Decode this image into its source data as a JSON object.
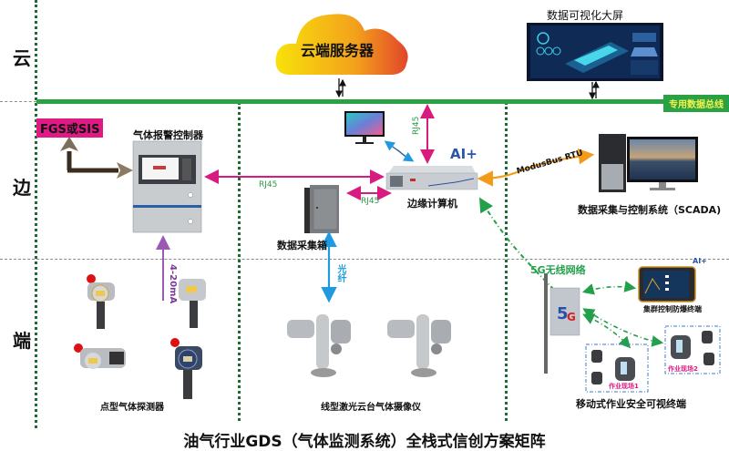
{
  "tiers": {
    "cloud": "云",
    "edge": "边",
    "end": "端"
  },
  "bus": {
    "label": "专用数据总线",
    "color": "#2aa144"
  },
  "cloud_server": {
    "label": "云端服务器"
  },
  "big_screen": {
    "label": "数据可视化大屏"
  },
  "fgs": {
    "label": "FGS或SIS",
    "color": "#e01a84"
  },
  "alarm_controller": {
    "label": "气体报警控制器"
  },
  "edge_computer": {
    "label": "边缘计算机",
    "ai_badge": "AI+"
  },
  "data_box": {
    "label": "数据采集箱"
  },
  "scada": {
    "label": "数据采集与控制系统（SCADA)"
  },
  "links": {
    "rj45_top": "RJ45",
    "rj45_controller": "RJ45",
    "rj45_box": "RJ45",
    "modbus": "ModusBus RTU",
    "current_loop": "4-20mA",
    "fiber": "光纤",
    "wireless": "5G无线网络"
  },
  "point_detectors": {
    "label": "点型气体探测器"
  },
  "laser_cameras": {
    "label": "线型激光云台气体摄像仪"
  },
  "cluster_terminal": {
    "label": "集群控制防爆终端",
    "ai_badge": "AI+"
  },
  "mobile_terminals": {
    "label": "移动式作业安全可视终端",
    "sites": [
      "作业现场1",
      "作业现场2"
    ]
  },
  "base_station": {
    "label": "5G"
  },
  "title": "油气行业GDS（气体监测系统）全栈式信创方案矩阵"
}
